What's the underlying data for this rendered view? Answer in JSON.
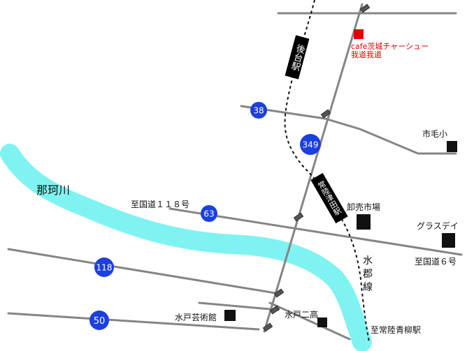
{
  "colors": {
    "road": "#858585",
    "river": "#7FF3F2",
    "route_badge": "#1C3FE0",
    "destination": "#E00000",
    "landmark": "#111111"
  },
  "destination": {
    "name_line1": "cafe茨城チャーシュー",
    "name_line2": "我道我道"
  },
  "river": {
    "label": "那珂川"
  },
  "railway": {
    "label_line1": "水",
    "label_line2": "郡",
    "label_line3": "線"
  },
  "stations": {
    "gotai": "後台駅",
    "hitachi_tsuda": "常陸津田駅",
    "aoyagi": "至常陸青柳駅"
  },
  "routes": {
    "r38": "38",
    "r349": "349",
    "r63": "63",
    "r118": "118",
    "r50": "50"
  },
  "road_labels": {
    "to_118": "至国道１１８号",
    "to_6": "至国道６号"
  },
  "landmarks": {
    "ichige_sho": "市毛小",
    "oroshiuri_ichiba": "卸売市場",
    "grasdei": "グラスデイ",
    "mito_geijutsukan": "水戸芸術館",
    "mito_niko": "水戸二高"
  },
  "icons": {
    "traffic_light": "traffic-signal-icon",
    "landmark": "landmark-square-icon",
    "destination": "destination-square-icon"
  }
}
